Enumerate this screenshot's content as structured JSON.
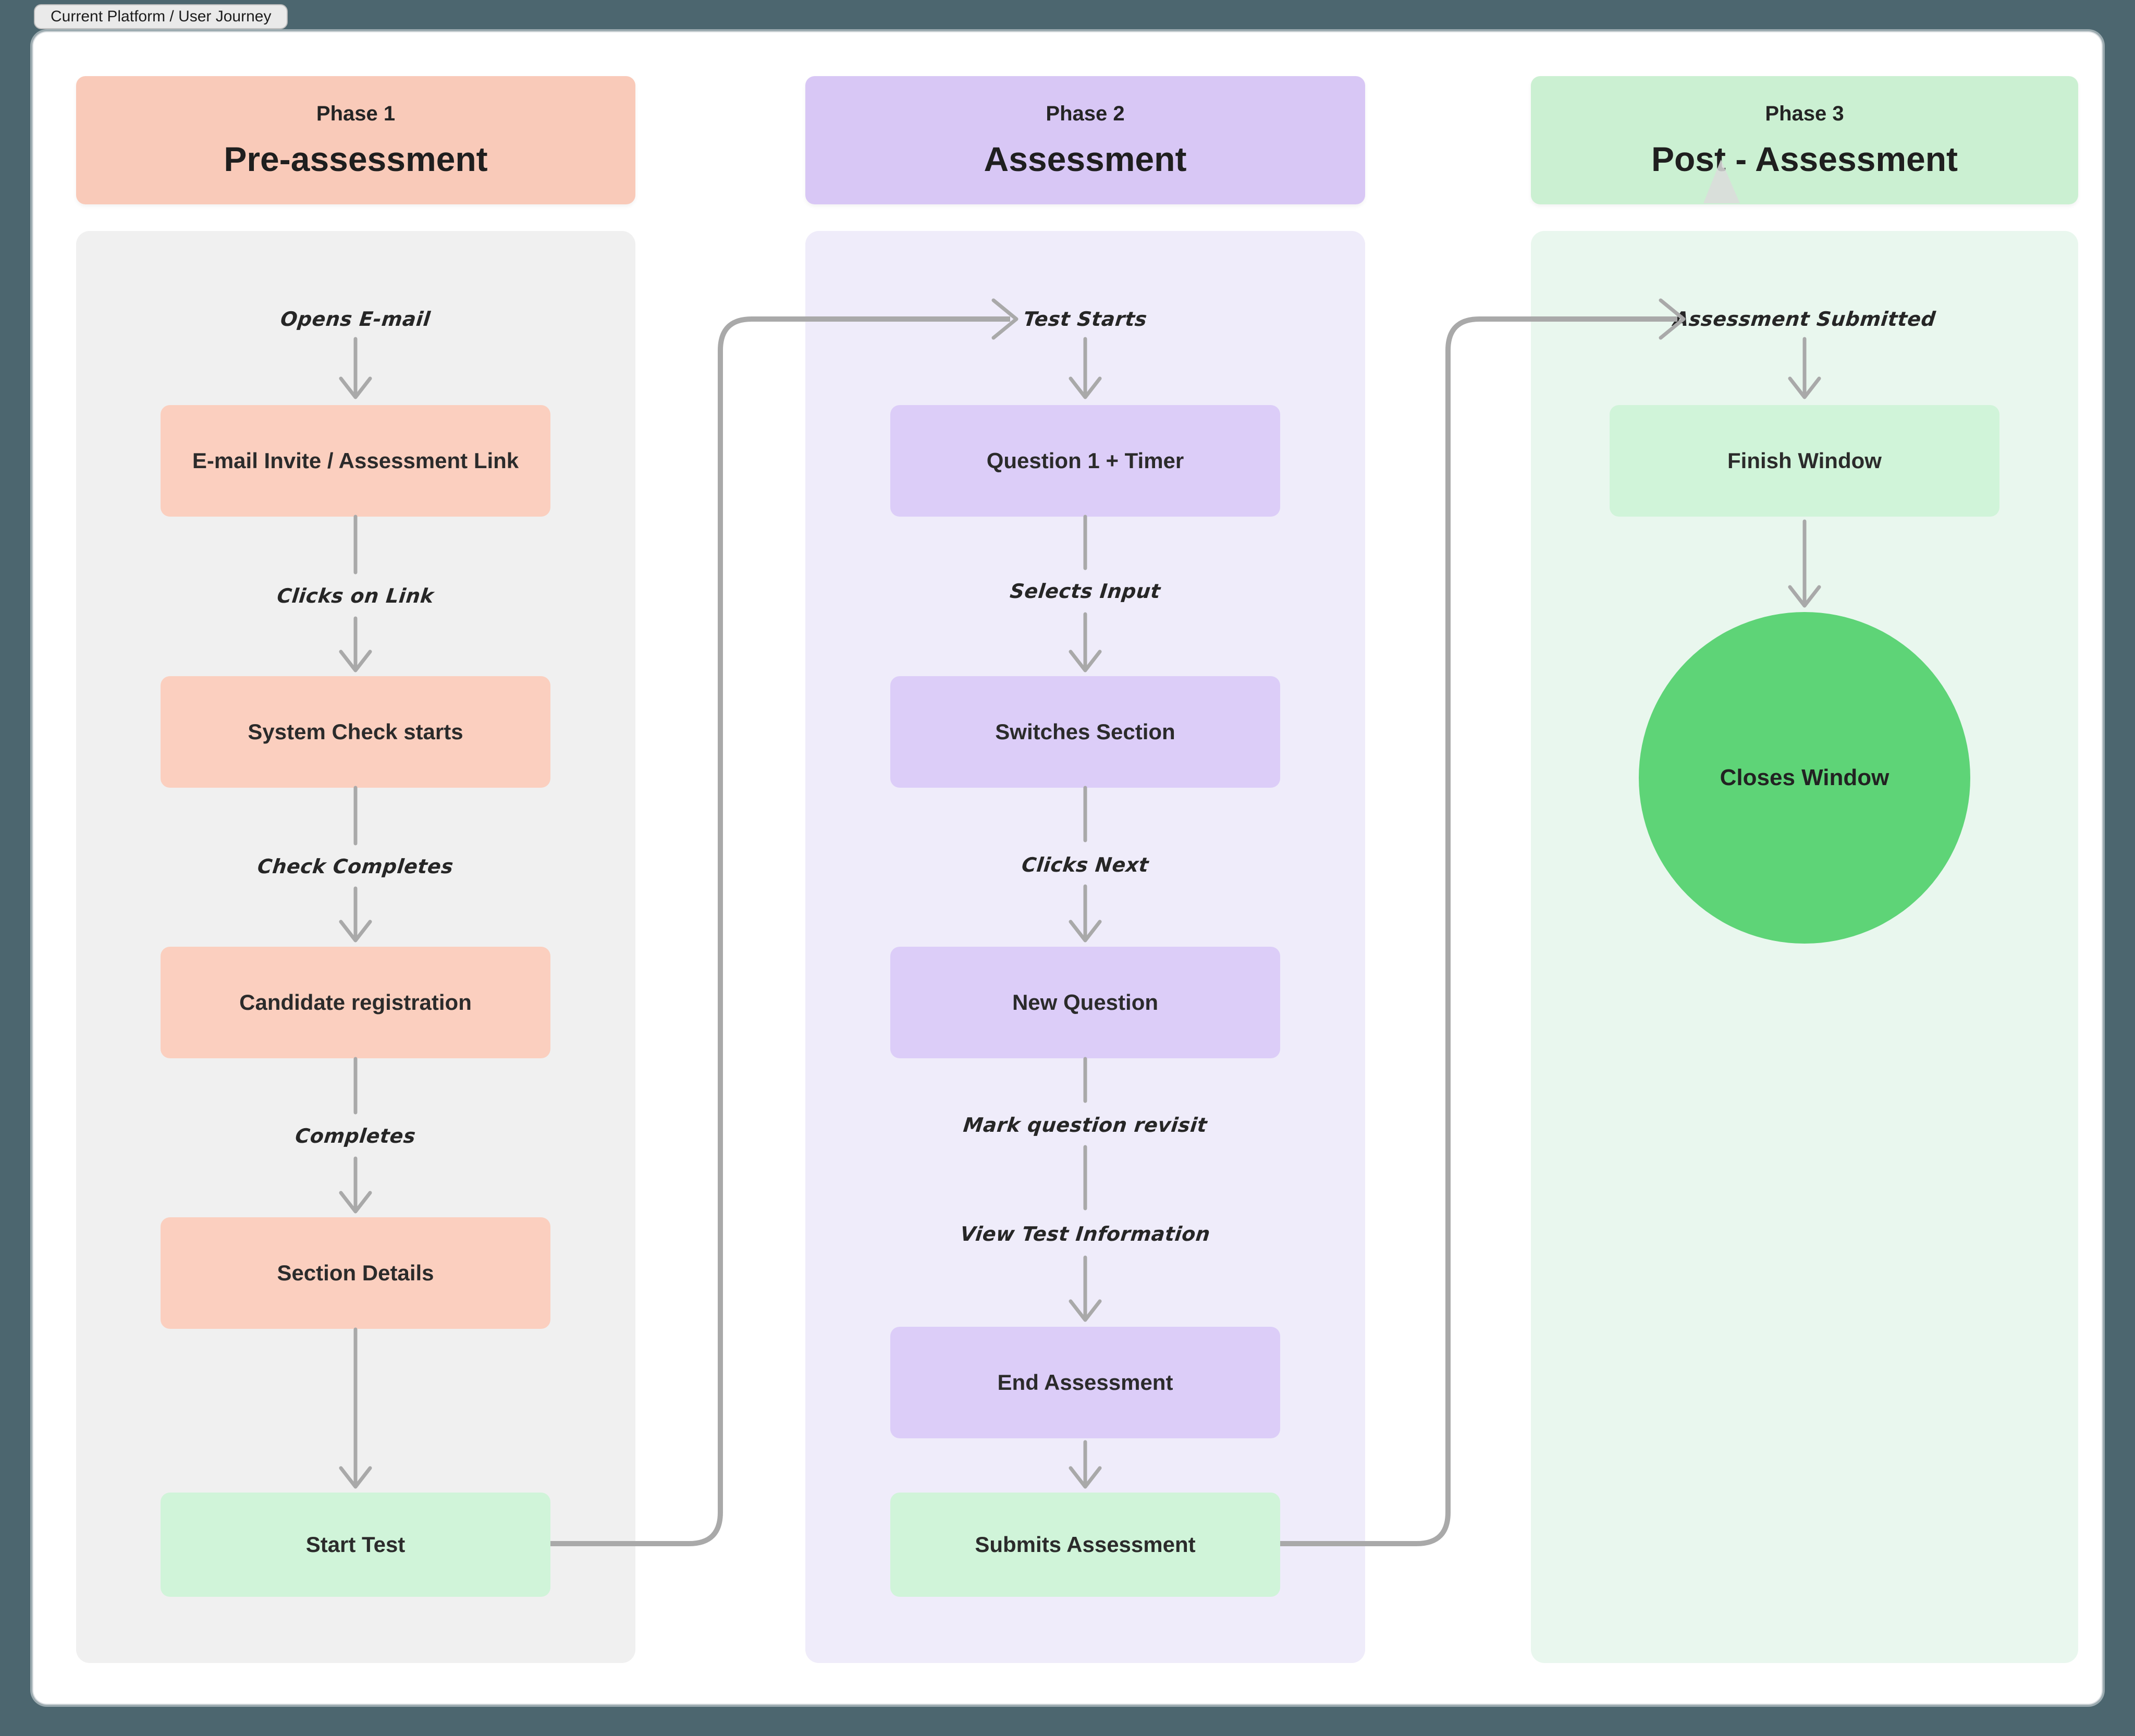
{
  "tab": {
    "label": "Current Platform / User Journey"
  },
  "phases": {
    "phase1": {
      "kicker": "Phase 1",
      "title": "Pre-assessment"
    },
    "phase2": {
      "kicker": "Phase 2",
      "title": "Assessment"
    },
    "phase3": {
      "kicker": "Phase 3",
      "title": "Post - Assessment"
    }
  },
  "column1": {
    "label_opens_email": "Opens E-mail",
    "node_email_invite": "E-mail Invite / Assessment Link",
    "label_clicks_link": "Clicks on Link",
    "node_system_check": "System Check starts",
    "label_check_completes": "Check Completes",
    "node_candidate_registration": "Candidate registration",
    "label_completes": "Completes",
    "node_section_details": "Section Details",
    "node_start_test": "Start Test"
  },
  "column2": {
    "label_test_starts": "Test Starts",
    "node_question_timer": "Question 1 + Timer",
    "label_selects_input": "Selects Input",
    "node_switches_section": "Switches Section",
    "label_clicks_next": "Clicks Next",
    "node_new_question": "New Question",
    "label_mark_revisit": "Mark question revisit",
    "label_view_test_info": "View Test Information",
    "node_end_assessment": "End Assessment",
    "node_submits_assessment": "Submits Assessment"
  },
  "column3": {
    "label_assessment_submitted": "Assessment Submitted",
    "node_finish_window": "Finish Window",
    "node_closes_window": "Closes Window"
  },
  "colors": {
    "outer_bg": "#4c666f",
    "canvas_bg": "#ffffff",
    "tab_bg": "#eaeaea",
    "tab_border": "#bdbdbd",
    "col1_bg": "#f0f0f0",
    "col2_bg": "#efecfa",
    "col3_bg": "#e9f7ee",
    "header1_bg": "#f9cab9",
    "header2_bg": "#d8c7f5",
    "header3_bg": "#cbf0d2",
    "node_pink": "#fbcfbf",
    "node_purple": "#dccdf8",
    "node_green": "#d0f4d9",
    "circle_green": "#5ed477",
    "arrow": "#a9a9a9"
  }
}
